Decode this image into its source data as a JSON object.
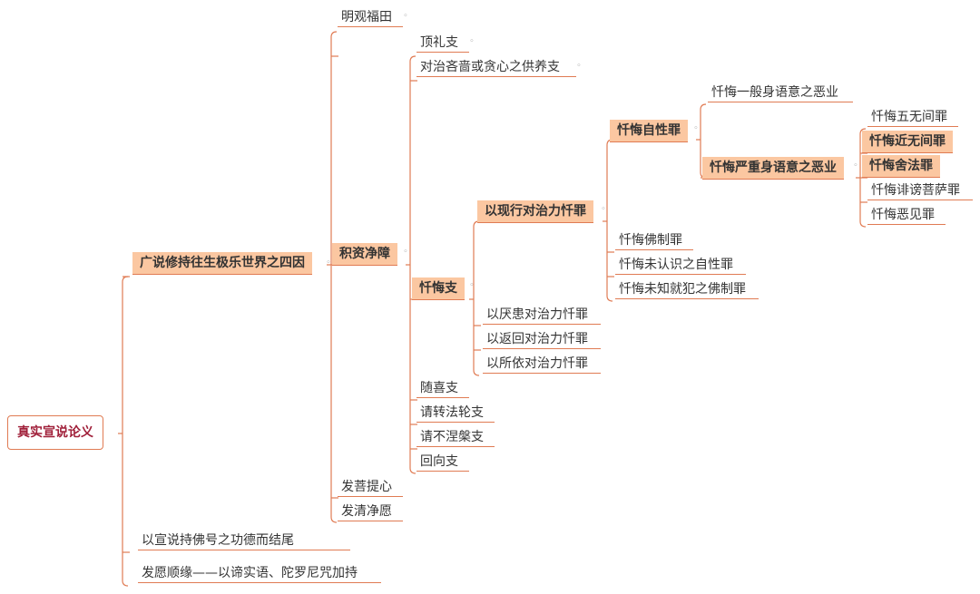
{
  "root": "真实宣说论义",
  "nodes": {
    "n1": "广说修持往生极乐世界之四因",
    "n1_1": "明观福田",
    "n1_2": "积资净障",
    "n1_2_1": "顶礼支",
    "n1_2_2": "对治吝啬或贪心之供养支",
    "n1_2_3": "忏悔支",
    "n1_2_3_1": "以现行对治力忏罪",
    "n1_2_3_1_1": "忏悔自性罪",
    "n1_2_3_1_1_1": "忏悔一般身语意之恶业",
    "n1_2_3_1_1_2": "忏悔严重身语意之恶业",
    "n1_2_3_1_1_2_1": "忏悔五无间罪",
    "n1_2_3_1_1_2_2": "忏悔近无间罪",
    "n1_2_3_1_1_2_3": "忏悔舍法罪",
    "n1_2_3_1_1_2_4": "忏悔诽谤菩萨罪",
    "n1_2_3_1_1_2_5": "忏悔恶见罪",
    "n1_2_3_1_2": "忏悔佛制罪",
    "n1_2_3_1_3": "忏悔未认识之自性罪",
    "n1_2_3_1_4": "忏悔未知就犯之佛制罪",
    "n1_2_3_2": "以厌患对治力忏罪",
    "n1_2_3_3": "以返回对治力忏罪",
    "n1_2_3_4": "以所依对治力忏罪",
    "n1_2_4": "随喜支",
    "n1_2_5": "请转法轮支",
    "n1_2_6": "请不涅槃支",
    "n1_2_7": "回向支",
    "n1_3": "发菩提心",
    "n1_4": "发清净愿",
    "n2": "以宣说持佛号之功德而结尾",
    "n3": "发愿顺缘——以谛实语、陀罗尼咒加持"
  },
  "collapse_marker": "◦",
  "colors": {
    "line": "#e07b53",
    "highlight": "#fbc7a1",
    "root_text": "#a0203a",
    "text": "#333333"
  }
}
